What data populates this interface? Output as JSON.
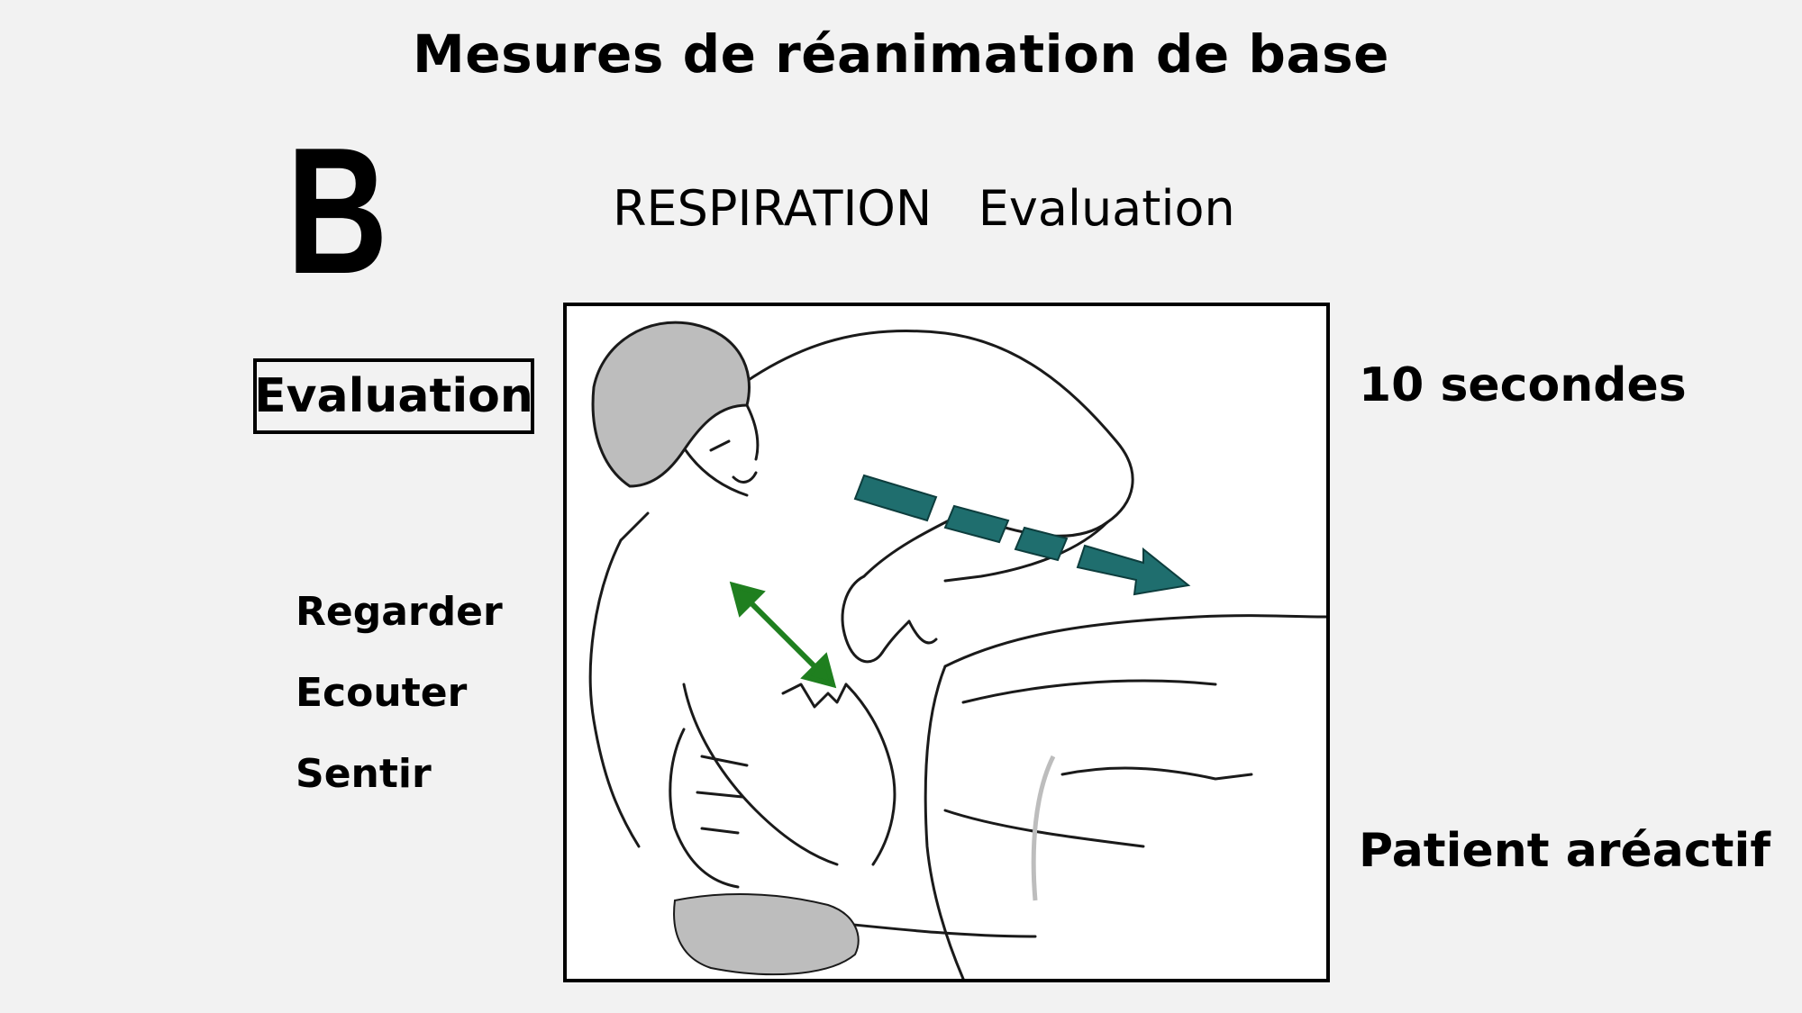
{
  "title": "Mesures de réanimation de base",
  "section_letter": "B",
  "subtitle": "RESPIRATION   Evaluation",
  "evaluation_label": "Evaluation",
  "actions": [
    "Regarder",
    "Ecouter",
    "Sentir"
  ],
  "time_label": "10 secondes",
  "patient_label": "Patient aréactif",
  "colors": {
    "background": "#f2f2f2",
    "arrow_teal": "#1f6e6e",
    "arrow_green": "#1f7f1f",
    "hair_gray": "#bdbdbd"
  },
  "icons": {
    "airflow_arrow": "dashed-arrow-icon",
    "breath_arrow": "double-arrow-icon"
  }
}
